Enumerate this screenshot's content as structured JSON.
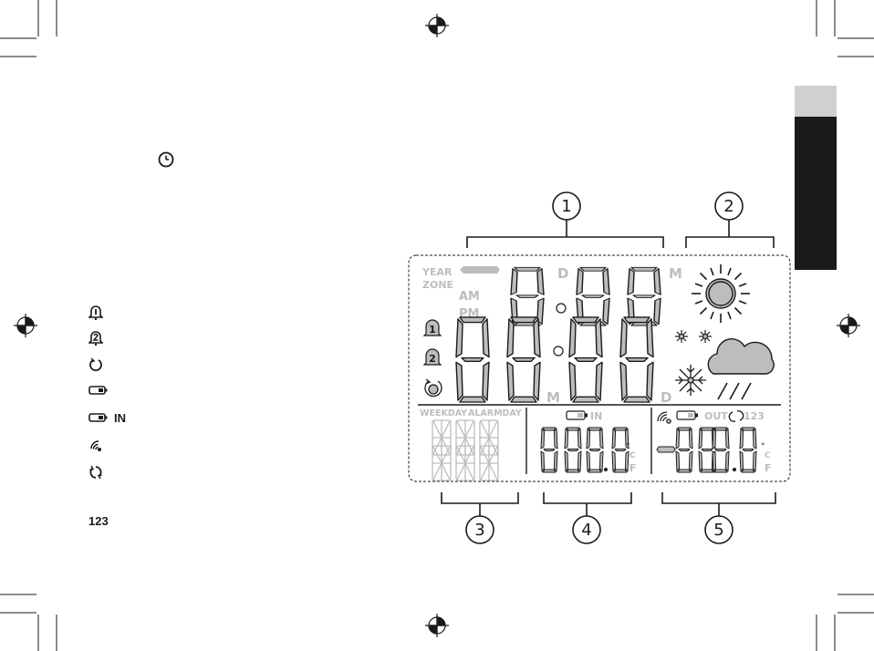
{
  "lcd": {
    "year_label": "YEAR",
    "zone_label": "ZONE",
    "am_label": "AM",
    "pm_label": "PM",
    "d_top": "D",
    "m_top": "M",
    "m_bottom": "M",
    "d_bottom": "D",
    "weekday_label": "WEEKDAY",
    "alarmday_label": "ALARMDAY",
    "in_label": "IN",
    "out_label": "OUT",
    "channel_label": "123",
    "indoor_reading": "188.8",
    "outdoor_reading": "-188.8",
    "temp_unit_c": "C",
    "temp_unit_f": "F",
    "alarm1_glyph": "1",
    "alarm2_glyph": "2"
  },
  "callouts": [
    "1",
    "2",
    "3",
    "4",
    "5"
  ],
  "legend": {
    "in_text": "IN",
    "channel_text": "123",
    "icons": [
      "alarm-1-icon",
      "alarm-2-icon",
      "snooze-icon",
      "battery-icon",
      "battery-in-icon",
      "signal-icon",
      "refresh-icon",
      "channel-icon"
    ]
  },
  "side_tab": {
    "light_color": "#d0d0d0",
    "dark_color": "#1a1a1a"
  },
  "colors": {
    "lcd_segment": "#bdbdbd",
    "frame": "#1a1a1a"
  }
}
